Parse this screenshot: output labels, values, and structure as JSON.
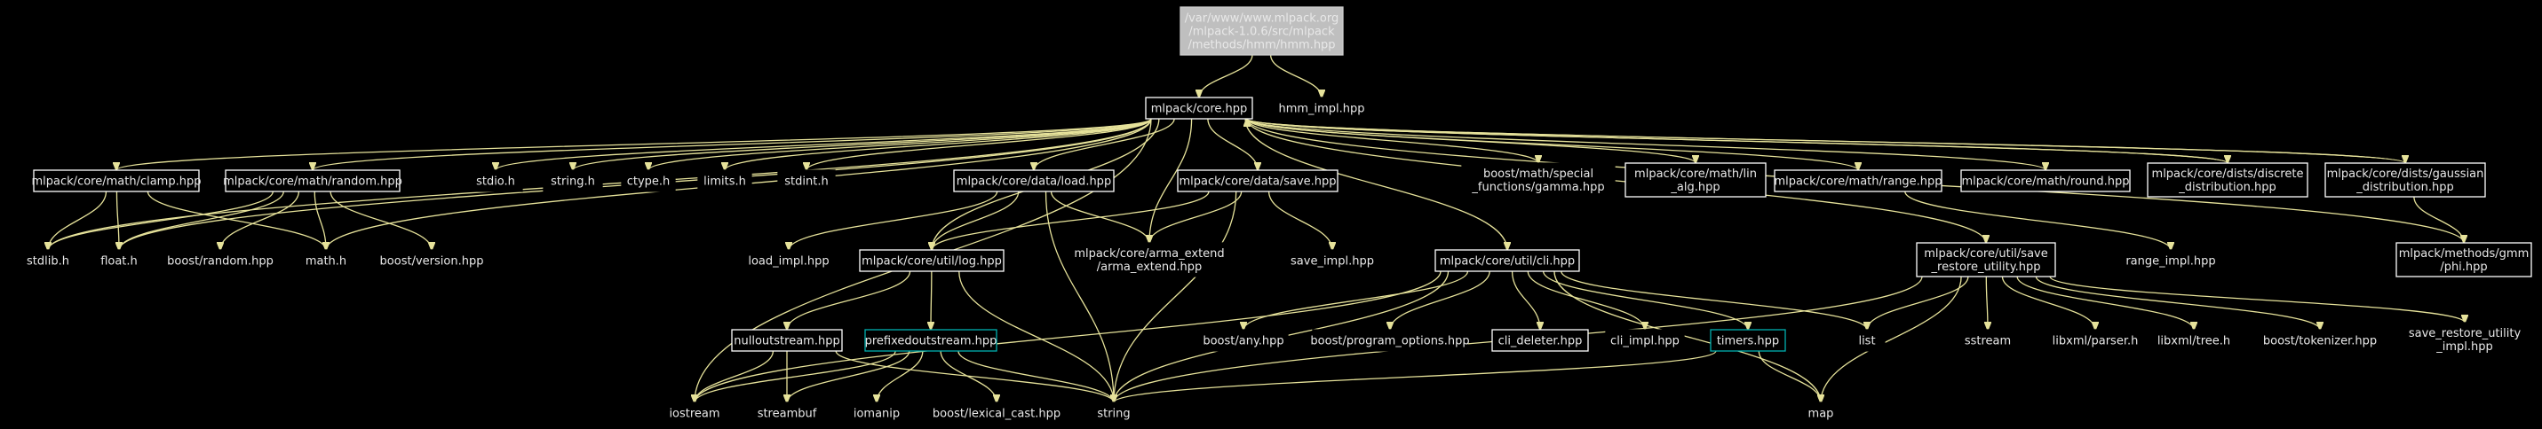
{
  "graph": {
    "colors": {
      "background": "#000000",
      "edge": "#e6e29a",
      "text": "#e8e8e8",
      "root_fill": "#bfbfbf",
      "root_text": "#000000",
      "plain_border": "#cccccc",
      "documented_border": "#ffffff",
      "highlight_border": "#00b0b0"
    },
    "nodes": [
      {
        "id": "hmm",
        "lines": [
          "/var/www/www.mlpack.org",
          "/mlpack-1.0.6/src/mlpack",
          "/methods/hmm/hmm.hpp"
        ],
        "kind": "root"
      },
      {
        "id": "core",
        "lines": [
          "mlpack/core.hpp"
        ],
        "kind": "documented"
      },
      {
        "id": "hmm_impl",
        "lines": [
          "hmm_impl.hpp"
        ],
        "kind": "plain"
      },
      {
        "id": "clamp",
        "lines": [
          "mlpack/core/math/clamp.hpp"
        ],
        "kind": "documented"
      },
      {
        "id": "random",
        "lines": [
          "mlpack/core/math/random.hpp"
        ],
        "kind": "documented"
      },
      {
        "id": "stdio",
        "lines": [
          "stdio.h"
        ],
        "kind": "plain"
      },
      {
        "id": "string_h",
        "lines": [
          "string.h"
        ],
        "kind": "plain"
      },
      {
        "id": "ctype",
        "lines": [
          "ctype.h"
        ],
        "kind": "plain"
      },
      {
        "id": "limits",
        "lines": [
          "limits.h"
        ],
        "kind": "plain"
      },
      {
        "id": "stdint",
        "lines": [
          "stdint.h"
        ],
        "kind": "plain"
      },
      {
        "id": "load",
        "lines": [
          "mlpack/core/data/load.hpp"
        ],
        "kind": "documented"
      },
      {
        "id": "save",
        "lines": [
          "mlpack/core/data/save.hpp"
        ],
        "kind": "documented"
      },
      {
        "id": "gamma",
        "lines": [
          "boost/math/special",
          "_functions/gamma.hpp"
        ],
        "kind": "plain"
      },
      {
        "id": "linalg",
        "lines": [
          "mlpack/core/math/lin",
          "_alg.hpp"
        ],
        "kind": "documented"
      },
      {
        "id": "range",
        "lines": [
          "mlpack/core/math/range.hpp"
        ],
        "kind": "documented"
      },
      {
        "id": "round",
        "lines": [
          "mlpack/core/math/round.hpp"
        ],
        "kind": "documented"
      },
      {
        "id": "discrete",
        "lines": [
          "mlpack/core/dists/discrete",
          "_distribution.hpp"
        ],
        "kind": "documented"
      },
      {
        "id": "gaussian",
        "lines": [
          "mlpack/core/dists/gaussian",
          "_distribution.hpp"
        ],
        "kind": "documented"
      },
      {
        "id": "stdlib",
        "lines": [
          "stdlib.h"
        ],
        "kind": "plain"
      },
      {
        "id": "float",
        "lines": [
          "float.h"
        ],
        "kind": "plain"
      },
      {
        "id": "boost_random",
        "lines": [
          "boost/random.hpp"
        ],
        "kind": "plain"
      },
      {
        "id": "math_h",
        "lines": [
          "math.h"
        ],
        "kind": "plain"
      },
      {
        "id": "boost_version",
        "lines": [
          "boost/version.hpp"
        ],
        "kind": "plain"
      },
      {
        "id": "load_impl",
        "lines": [
          "load_impl.hpp"
        ],
        "kind": "plain"
      },
      {
        "id": "log",
        "lines": [
          "mlpack/core/util/log.hpp"
        ],
        "kind": "documented"
      },
      {
        "id": "arma_extend",
        "lines": [
          "mlpack/core/arma_extend",
          "/arma_extend.hpp"
        ],
        "kind": "plain"
      },
      {
        "id": "save_impl",
        "lines": [
          "save_impl.hpp"
        ],
        "kind": "plain"
      },
      {
        "id": "cli",
        "lines": [
          "mlpack/core/util/cli.hpp"
        ],
        "kind": "documented"
      },
      {
        "id": "save_restore",
        "lines": [
          "mlpack/core/util/save",
          "_restore_utility.hpp"
        ],
        "kind": "documented"
      },
      {
        "id": "range_impl",
        "lines": [
          "range_impl.hpp"
        ],
        "kind": "plain"
      },
      {
        "id": "phi",
        "lines": [
          "mlpack/methods/gmm",
          "/phi.hpp"
        ],
        "kind": "documented"
      },
      {
        "id": "nulloutstream",
        "lines": [
          "nulloutstream.hpp"
        ],
        "kind": "documented"
      },
      {
        "id": "prefixed",
        "lines": [
          "prefixedoutstream.hpp"
        ],
        "kind": "highlight"
      },
      {
        "id": "boost_any",
        "lines": [
          "boost/any.hpp"
        ],
        "kind": "plain"
      },
      {
        "id": "program_options",
        "lines": [
          "boost/program_options.hpp"
        ],
        "kind": "plain"
      },
      {
        "id": "cli_deleter",
        "lines": [
          "cli_deleter.hpp"
        ],
        "kind": "documented"
      },
      {
        "id": "cli_impl",
        "lines": [
          "cli_impl.hpp"
        ],
        "kind": "plain"
      },
      {
        "id": "timers",
        "lines": [
          "timers.hpp"
        ],
        "kind": "highlight"
      },
      {
        "id": "list",
        "lines": [
          "list"
        ],
        "kind": "plain"
      },
      {
        "id": "sstream",
        "lines": [
          "sstream"
        ],
        "kind": "plain"
      },
      {
        "id": "libxml_parser",
        "lines": [
          "libxml/parser.h"
        ],
        "kind": "plain"
      },
      {
        "id": "libxml_tree",
        "lines": [
          "libxml/tree.h"
        ],
        "kind": "plain"
      },
      {
        "id": "tokenizer",
        "lines": [
          "boost/tokenizer.hpp"
        ],
        "kind": "plain"
      },
      {
        "id": "save_restore_impl",
        "lines": [
          "save_restore_utility",
          "_impl.hpp"
        ],
        "kind": "plain"
      },
      {
        "id": "iostream",
        "lines": [
          "iostream"
        ],
        "kind": "plain"
      },
      {
        "id": "streambuf",
        "lines": [
          "streambuf"
        ],
        "kind": "plain"
      },
      {
        "id": "iomanip",
        "lines": [
          "iomanip"
        ],
        "kind": "plain"
      },
      {
        "id": "lexical_cast",
        "lines": [
          "boost/lexical_cast.hpp"
        ],
        "kind": "plain"
      },
      {
        "id": "string",
        "lines": [
          "string"
        ],
        "kind": "plain"
      },
      {
        "id": "map",
        "lines": [
          "map"
        ],
        "kind": "plain"
      }
    ],
    "edges": [
      [
        "hmm",
        "core"
      ],
      [
        "hmm",
        "hmm_impl"
      ],
      [
        "core",
        "clamp"
      ],
      [
        "core",
        "random"
      ],
      [
        "core",
        "stdio"
      ],
      [
        "core",
        "string_h"
      ],
      [
        "core",
        "ctype"
      ],
      [
        "core",
        "limits"
      ],
      [
        "core",
        "stdint"
      ],
      [
        "core",
        "load"
      ],
      [
        "core",
        "save"
      ],
      [
        "core",
        "gamma"
      ],
      [
        "core",
        "linalg"
      ],
      [
        "core",
        "range"
      ],
      [
        "core",
        "round"
      ],
      [
        "core",
        "discrete"
      ],
      [
        "core",
        "gaussian"
      ],
      [
        "core",
        "stdlib"
      ],
      [
        "core",
        "float"
      ],
      [
        "core",
        "math_h"
      ],
      [
        "core",
        "log"
      ],
      [
        "core",
        "arma_extend"
      ],
      [
        "core",
        "cli"
      ],
      [
        "core",
        "save_restore"
      ],
      [
        "core",
        "iostream"
      ],
      [
        "clamp",
        "stdlib"
      ],
      [
        "clamp",
        "float"
      ],
      [
        "clamp",
        "math_h"
      ],
      [
        "random",
        "stdlib"
      ],
      [
        "random",
        "float"
      ],
      [
        "random",
        "boost_random"
      ],
      [
        "random",
        "math_h"
      ],
      [
        "random",
        "boost_version"
      ],
      [
        "load",
        "load_impl"
      ],
      [
        "load",
        "log"
      ],
      [
        "load",
        "arma_extend"
      ],
      [
        "load",
        "string"
      ],
      [
        "save",
        "log"
      ],
      [
        "save",
        "arma_extend"
      ],
      [
        "save",
        "save_impl"
      ],
      [
        "save",
        "string"
      ],
      [
        "range",
        "range_impl"
      ],
      [
        "discrete",
        "core"
      ],
      [
        "gaussian",
        "core"
      ],
      [
        "gaussian",
        "phi"
      ],
      [
        "phi",
        "core"
      ],
      [
        "log",
        "nulloutstream"
      ],
      [
        "log",
        "prefixed"
      ],
      [
        "log",
        "string"
      ],
      [
        "cli",
        "iostream"
      ],
      [
        "cli",
        "boost_any"
      ],
      [
        "cli",
        "program_options"
      ],
      [
        "cli",
        "cli_deleter"
      ],
      [
        "cli",
        "cli_impl"
      ],
      [
        "cli",
        "timers"
      ],
      [
        "cli",
        "list"
      ],
      [
        "cli",
        "map"
      ],
      [
        "cli",
        "string"
      ],
      [
        "save_restore",
        "list"
      ],
      [
        "save_restore",
        "sstream"
      ],
      [
        "save_restore",
        "libxml_parser"
      ],
      [
        "save_restore",
        "libxml_tree"
      ],
      [
        "save_restore",
        "tokenizer"
      ],
      [
        "save_restore",
        "save_restore_impl"
      ],
      [
        "save_restore",
        "string"
      ],
      [
        "save_restore",
        "map"
      ],
      [
        "nulloutstream",
        "iostream"
      ],
      [
        "nulloutstream",
        "streambuf"
      ],
      [
        "nulloutstream",
        "string"
      ],
      [
        "prefixed",
        "iostream"
      ],
      [
        "prefixed",
        "streambuf"
      ],
      [
        "prefixed",
        "iomanip"
      ],
      [
        "prefixed",
        "lexical_cast"
      ],
      [
        "prefixed",
        "string"
      ],
      [
        "timers",
        "map"
      ],
      [
        "timers",
        "string"
      ]
    ]
  }
}
